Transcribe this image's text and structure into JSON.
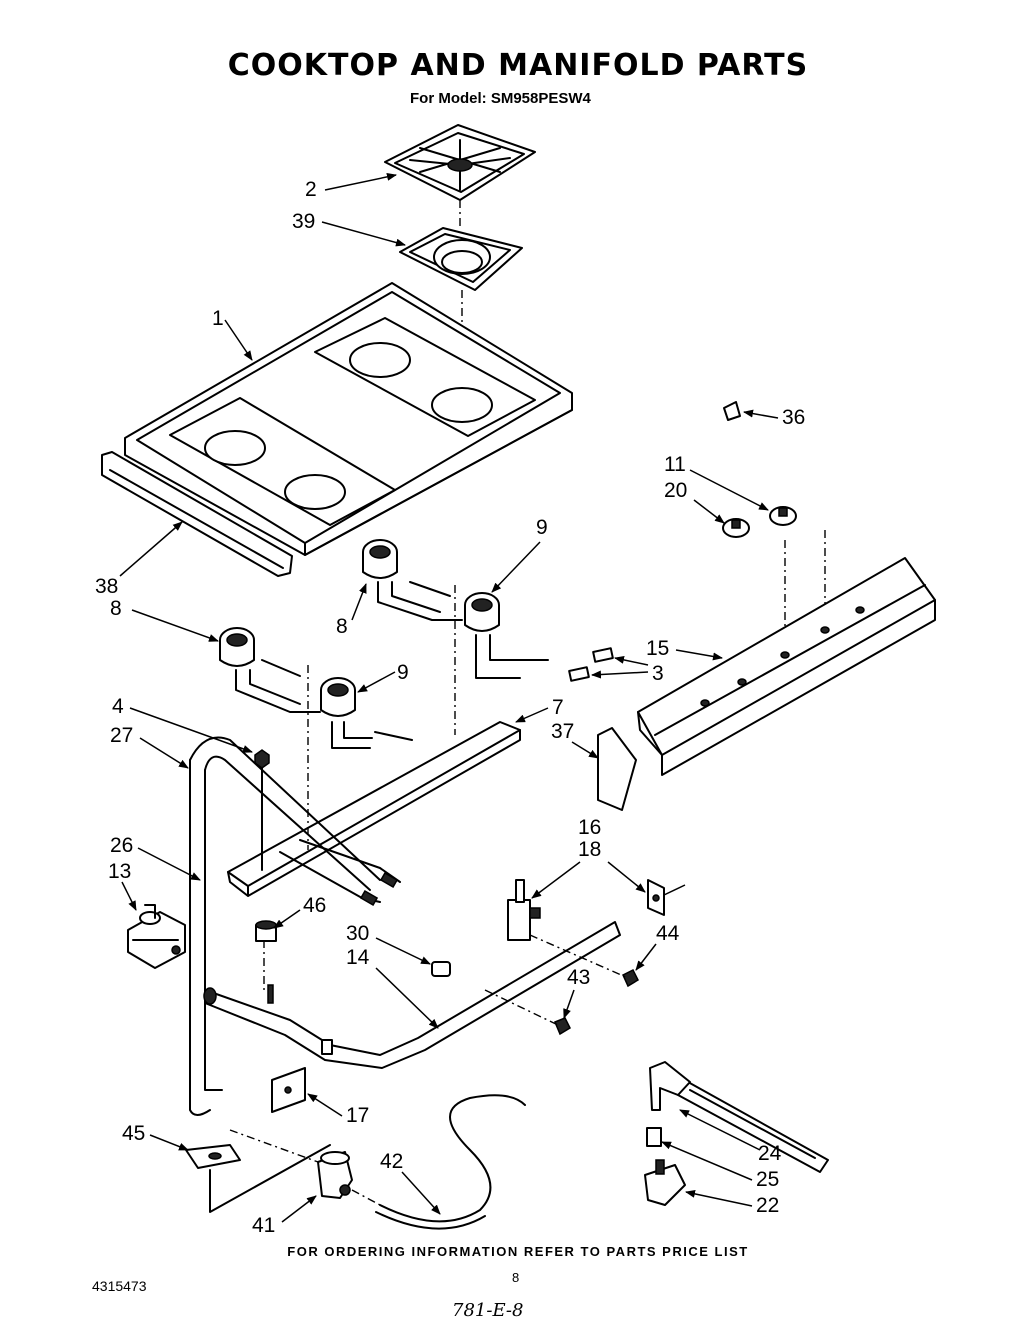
{
  "title": "COOKTOP AND MANIFOLD PARTS",
  "subtitle": "For Model: SM958PESW4",
  "footer": "FOR ORDERING INFORMATION REFER TO PARTS PRICE LIST",
  "doc_number": "4315473",
  "page_number": "8",
  "handwritten_note": "781-E-8",
  "callouts": {
    "c1": "1",
    "c2": "2",
    "c3": "3",
    "c4": "4",
    "c7": "7",
    "c8a": "8",
    "c8b": "8",
    "c9a": "9",
    "c9b": "9",
    "c11": "11",
    "c13": "13",
    "c14": "14",
    "c15": "15",
    "c16": "16",
    "c17": "17",
    "c18": "18",
    "c20": "20",
    "c22": "22",
    "c24": "24",
    "c25": "25",
    "c26": "26",
    "c27": "27",
    "c30": "30",
    "c36": "36",
    "c37": "37",
    "c38": "38",
    "c39": "39",
    "c41": "41",
    "c42": "42",
    "c43": "43",
    "c44": "44",
    "c45": "45",
    "c46": "46"
  }
}
